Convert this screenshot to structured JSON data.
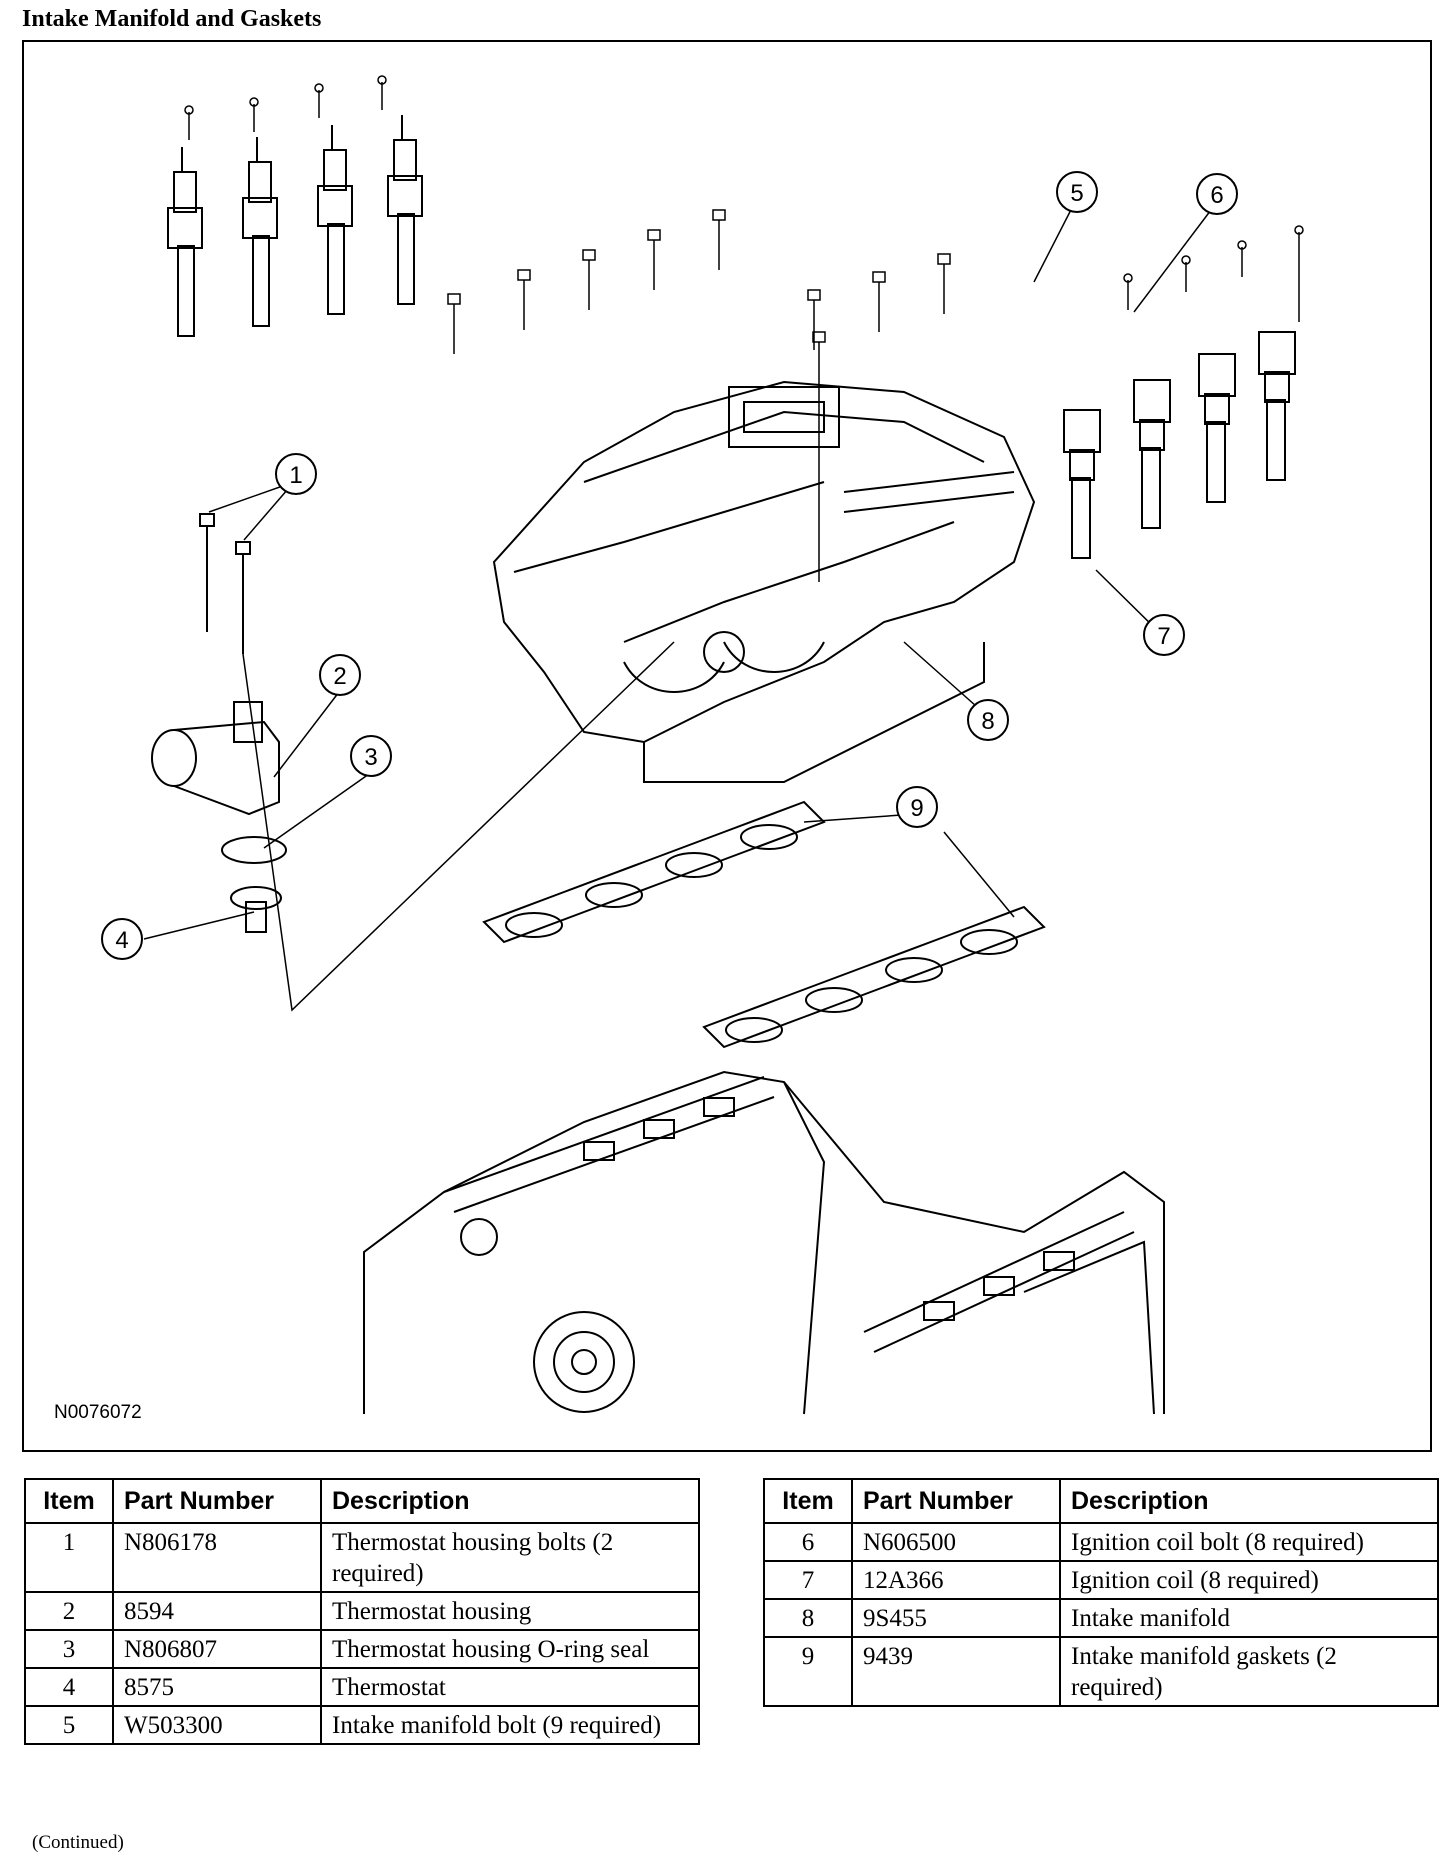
{
  "header": {
    "title": "Intake Manifold and Gaskets"
  },
  "figure": {
    "figure_id": "N0076072",
    "callouts": [
      "1",
      "2",
      "3",
      "4",
      "5",
      "6",
      "7",
      "8",
      "9"
    ]
  },
  "table": {
    "headers": {
      "item": "Item",
      "part_number": "Part Number",
      "description": "Description"
    },
    "left_rows": [
      {
        "item": "1",
        "part_number": "N806178",
        "description": "Thermostat housing bolts (2 required)"
      },
      {
        "item": "2",
        "part_number": "8594",
        "description": "Thermostat housing"
      },
      {
        "item": "3",
        "part_number": "N806807",
        "description": "Thermostat housing O-ring seal"
      },
      {
        "item": "4",
        "part_number": "8575",
        "description": "Thermostat"
      },
      {
        "item": "5",
        "part_number": "W503300",
        "description": "Intake manifold bolt (9 required)"
      }
    ],
    "right_rows": [
      {
        "item": "6",
        "part_number": "N606500",
        "description": "Ignition coil bolt (8 required)"
      },
      {
        "item": "7",
        "part_number": "12A366",
        "description": "Ignition coil (8 required)"
      },
      {
        "item": "8",
        "part_number": "9S455",
        "description": "Intake manifold"
      },
      {
        "item": "9",
        "part_number": "9439",
        "description": "Intake manifold gaskets (2 required)"
      }
    ]
  },
  "footer": {
    "continued": "(Continued)"
  }
}
